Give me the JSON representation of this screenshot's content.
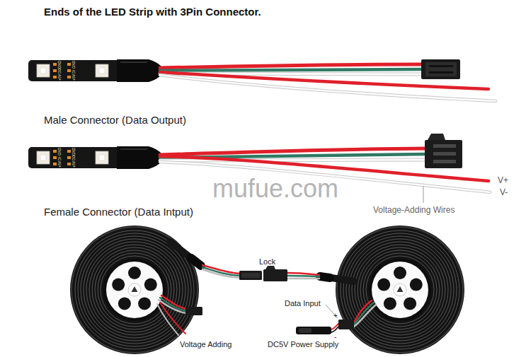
{
  "diagram": {
    "title": "Ends of the LED Strip with 3Pin Connector.",
    "labels": [
      "Male Connector (Data Output)",
      "Female Connector (Data Intput)",
      "V+",
      "V-",
      "Voltage-Adding Wires",
      "Lock",
      "Data Input",
      "Voltage Adding",
      "DC5V Power Supply",
      "+",
      "-",
      "mufue.com",
      "+5V",
      "DO",
      "GND",
      "+5V",
      "DI",
      "GND",
      "+5V",
      "DI",
      "GND",
      "+5V",
      "DO",
      "GND"
    ]
  }
}
